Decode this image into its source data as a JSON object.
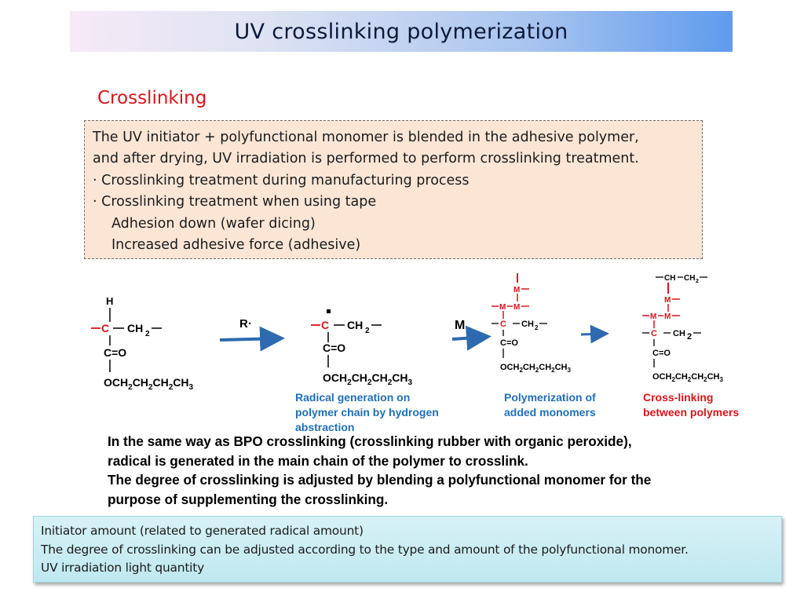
{
  "slide": {
    "title": "UV crosslinking polymerization",
    "section_heading": "Crosslinking"
  },
  "description_box": {
    "lines": [
      "The UV initiator + polyfunctional monomer is blended in the adhesive polymer,",
      "and after drying, UV irradiation is performed to perform crosslinking treatment.",
      "· Crosslinking treatment during manufacturing process",
      "· Crosslinking treatment when using tape",
      "Adhesion down (wafer dicing)",
      "Increased adhesive force (adhesive)"
    ]
  },
  "reaction_scheme": {
    "arrow_1_label": "R·",
    "arrow_2_label": "M",
    "ester_group": "OCH2CH2CH2CH3",
    "captions": {
      "radical_generation": [
        "Radical generation on",
        "polymer chain by hydrogen",
        "abstraction"
      ],
      "polymerization": [
        "Polymerization of",
        "added monomers"
      ],
      "crosslinking": [
        "Cross-linking",
        "between polymers"
      ]
    },
    "colors": {
      "caption_blue": "#1f6fb7",
      "caption_red": "#d8151b",
      "arrow": "#2e6ab0"
    }
  },
  "explanation": {
    "lines": [
      "In the same way as BPO crosslinking (crosslinking rubber with organic peroxide),",
      "radical is generated in the main chain of the polymer to crosslink.",
      "The degree of crosslinking is adjusted by blending a polyfunctional monomer for the",
      "purpose of supplementing the crosslinking."
    ]
  },
  "note_box": {
    "lines": [
      "Initiator amount (related to generated radical amount)",
      "The degree of crosslinking can be adjusted according to the type and amount of the polyfunctional monomer.",
      "UV irradiation light quantity"
    ]
  },
  "colors": {
    "title_gradient_start": "#f6eaf6",
    "title_gradient_end": "#5f9bec",
    "heading_red": "#d8151b",
    "description_bg": "#fbe6d6",
    "note_bg": "#cdeef4"
  }
}
